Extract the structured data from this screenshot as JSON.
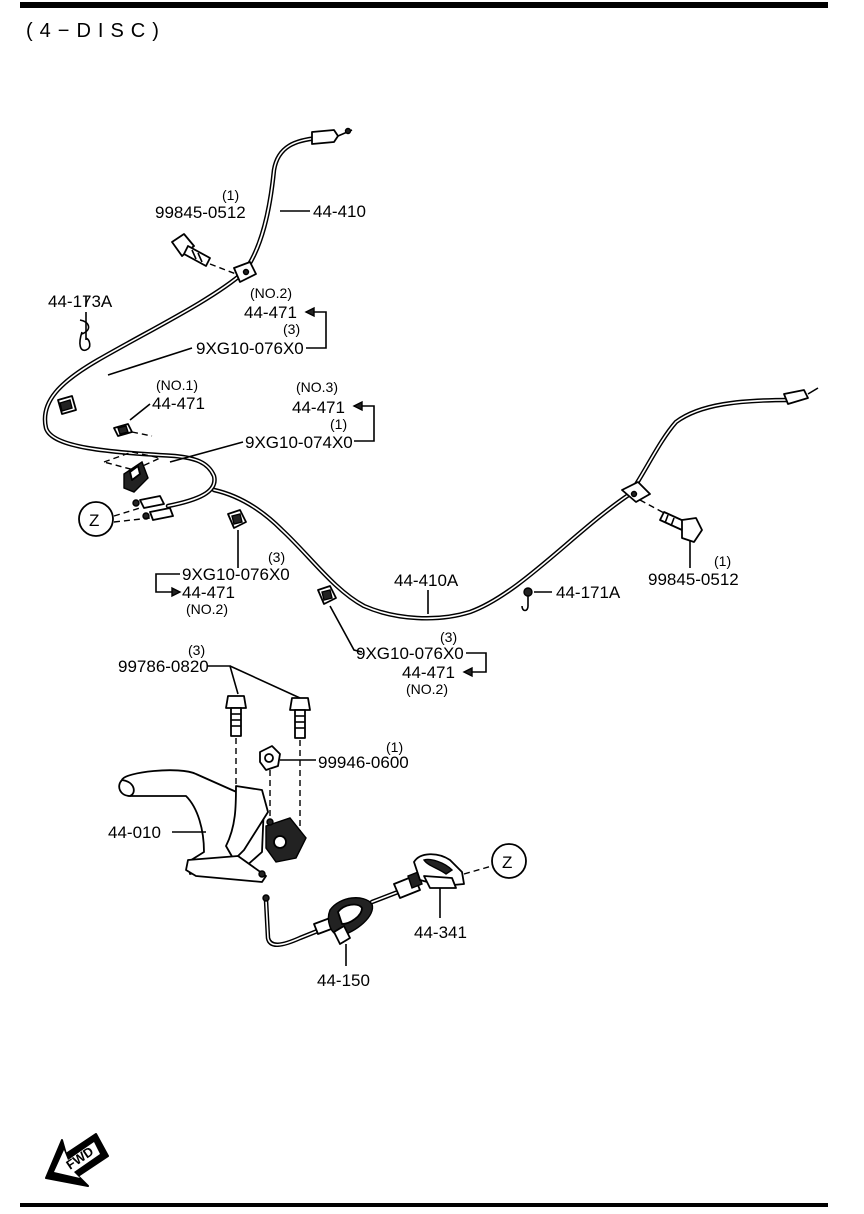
{
  "header": {
    "title": "(4−DISC)"
  },
  "labels": {
    "bolt_top": {
      "qty": "(1)",
      "part": "99845-0512"
    },
    "cable_44_410": {
      "part": "44-410"
    },
    "spring_44_173A": {
      "part": "44-173A"
    },
    "clip_no2_top": {
      "note": "(NO.2)",
      "part": "44-471",
      "qty": "(3)",
      "sub": "9XG10-076X0"
    },
    "clip_no1": {
      "note": "(NO.1)",
      "part": "44-471"
    },
    "clip_no3": {
      "note": "(NO.3)",
      "part": "44-471",
      "qty": "(1)",
      "sub": "9XG10-074X0"
    },
    "clip_no2_left": {
      "qty": "(3)",
      "sub": "9XG10-076X0",
      "part": "44-471",
      "note": "(NO.2)"
    },
    "cable_44_410A": {
      "part": "44-410A"
    },
    "spring_44_171A": {
      "part": "44-171A"
    },
    "bolt_right": {
      "qty": "(1)",
      "part": "99845-0512"
    },
    "clip_no2_mid": {
      "qty": "(3)",
      "sub": "9XG10-076X0",
      "part": "44-471",
      "note": "(NO.2)"
    },
    "bolt_lever": {
      "qty": "(3)",
      "part": "99786-0820"
    },
    "nut": {
      "qty": "(1)",
      "part": "99946-0600"
    },
    "lever": {
      "part": "44-010"
    },
    "equalizer": {
      "part": "44-341"
    },
    "front_cable": {
      "part": "44-150"
    },
    "ref_z": {
      "letter": "Z"
    },
    "fwd": {
      "text": "FWD"
    }
  }
}
